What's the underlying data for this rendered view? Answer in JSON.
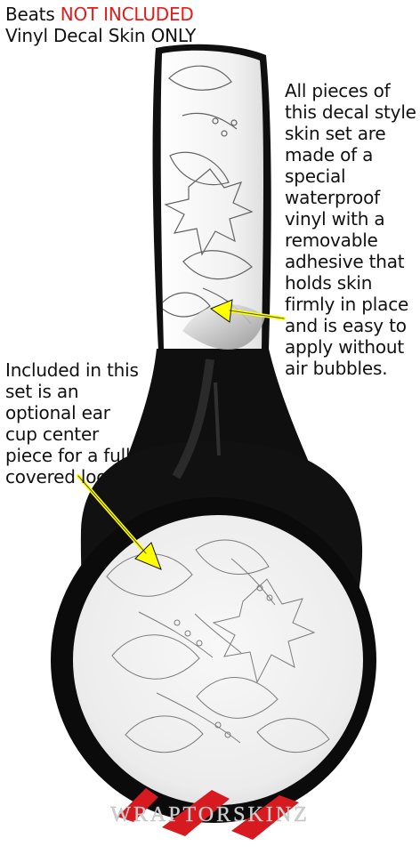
{
  "header": {
    "line1_prefix": "Beats ",
    "line1_highlight": "NOT INCLUDED",
    "line2": "Vinyl Decal Skin ONLY"
  },
  "callouts": {
    "right": "All pieces of this decal style skin set are made of a special waterproof vinyl with a removable adhesive that holds skin firmly in place and is easy to apply without air bubbles.",
    "left": "Included in this set is an optional ear cup center piece for a full covered look."
  },
  "brand": {
    "logo_text": "WRAPTORSKINZ"
  },
  "colors": {
    "header_red": "#e31b1b",
    "arrow_yellow": "#ffff00",
    "headphone_black": "#0f0f0f",
    "logo_red": "#d71920"
  }
}
